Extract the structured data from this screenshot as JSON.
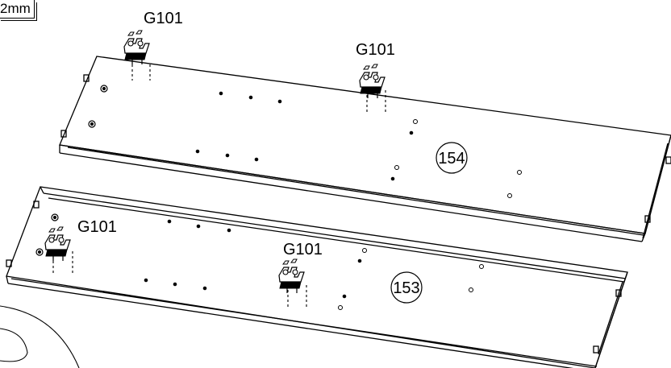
{
  "scale_label": "2mm",
  "hardware": {
    "g1": "G101",
    "g2": "G101",
    "g3": "G101",
    "g4": "G101"
  },
  "parts": {
    "upper": "154",
    "lower": "153"
  }
}
